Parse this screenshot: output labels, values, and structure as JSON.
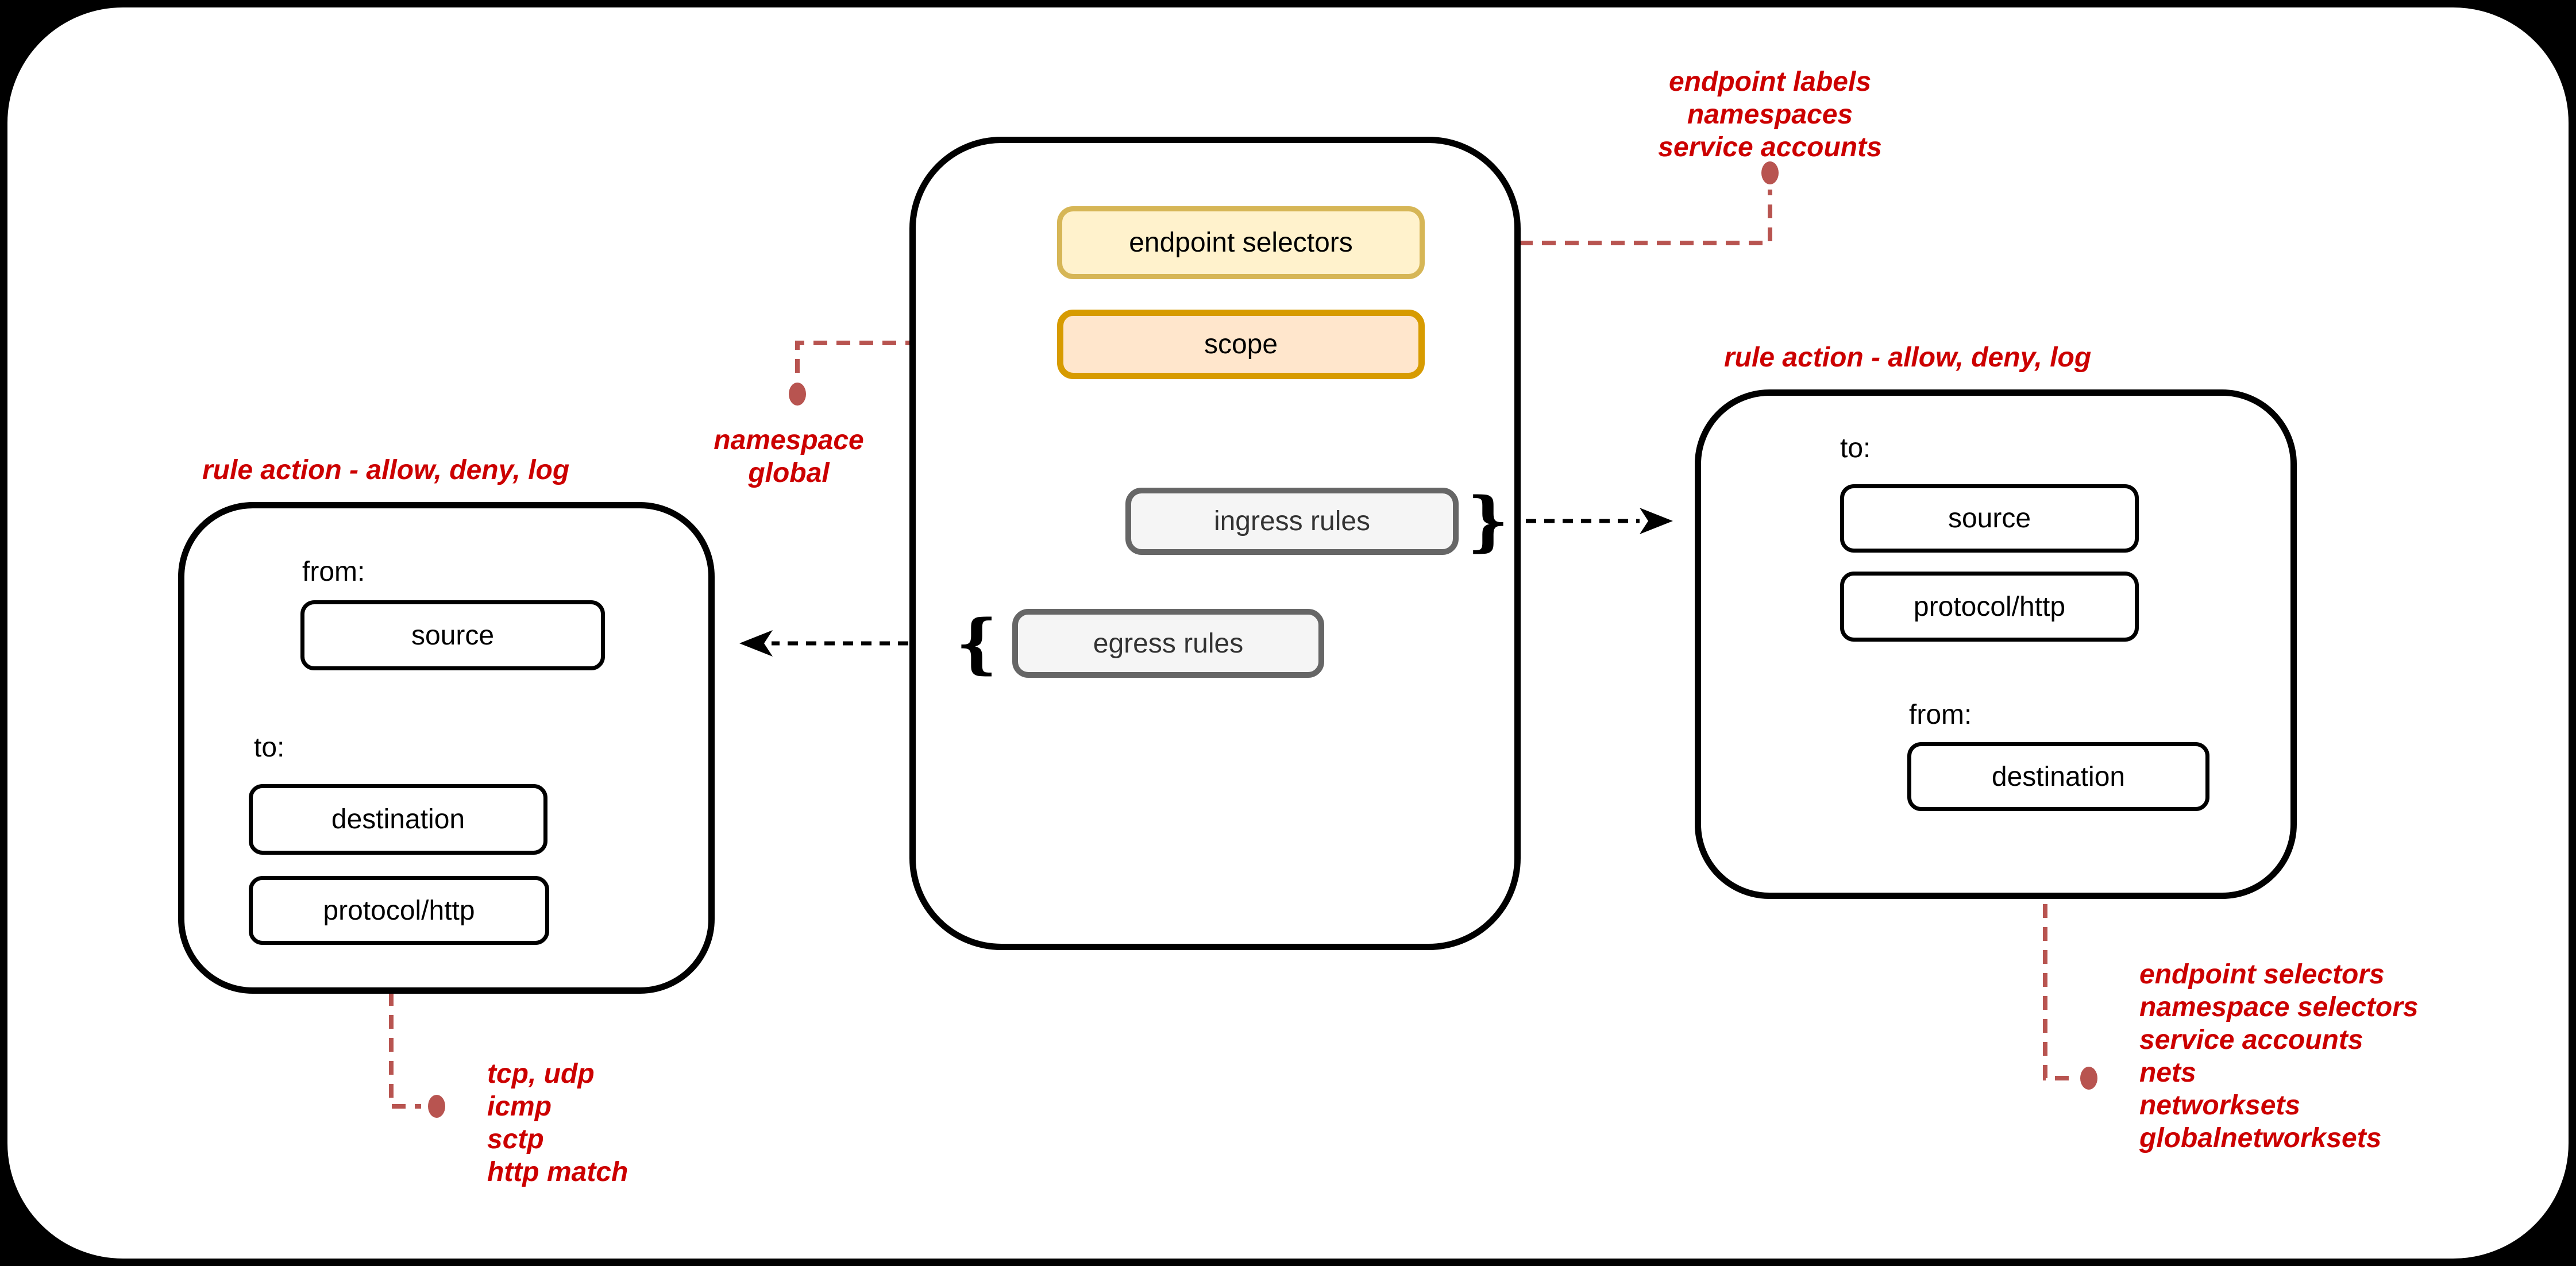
{
  "diagram": {
    "central": {
      "endpoint_selectors": "endpoint selectors",
      "scope": "scope",
      "ingress_rules": "ingress rules",
      "egress_rules": "egress rules",
      "ingress_brace": "}",
      "egress_brace": "{"
    },
    "egress_detail": {
      "title": "rule action - allow, deny, log",
      "from_label": "from:",
      "source": "source",
      "to_label": "to:",
      "destination": "destination",
      "protocol": "protocol/http"
    },
    "ingress_detail": {
      "title": "rule action - allow, deny, log",
      "to_label": "to:",
      "source": "source",
      "protocol": "protocol/http",
      "from_label": "from:",
      "destination": "destination"
    },
    "annotations": {
      "endpoint_note": {
        "lines": [
          "endpoint labels",
          "namespaces",
          "service accounts"
        ]
      },
      "scope_note": {
        "lines": [
          "namespace",
          "global"
        ]
      },
      "protocol_note": {
        "lines": [
          "tcp, udp",
          "icmp",
          "sctp",
          "http match"
        ]
      },
      "destination_note": {
        "lines": [
          "endpoint selectors",
          "namespace selectors",
          "service accounts",
          "nets",
          "networksets",
          "globalnetworksets"
        ]
      }
    },
    "colors": {
      "annotation_red": "#cc0000",
      "connector_red": "#b85450",
      "yellow_fill": "#fff2cc",
      "yellow_border": "#d6b656",
      "orange_fill": "#ffe6cc",
      "orange_border": "#d79b00",
      "gray_fill": "#f5f5f5",
      "gray_border": "#666666"
    }
  }
}
